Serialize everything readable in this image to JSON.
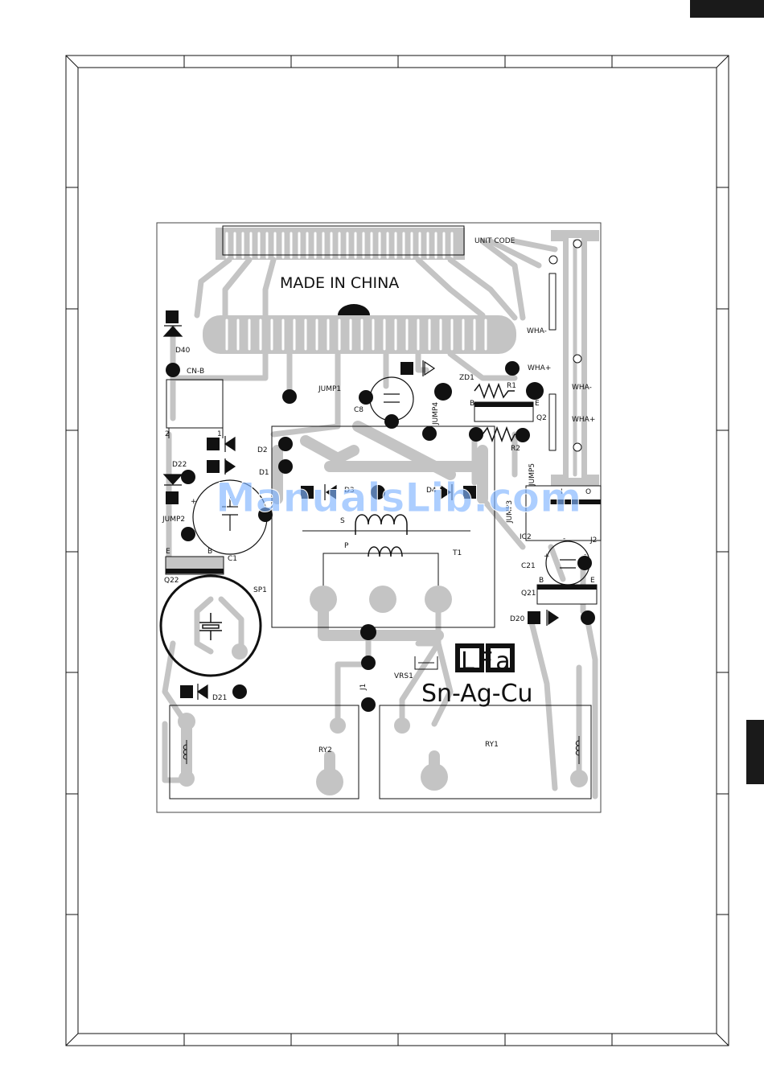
{
  "board": {
    "title_marking": "MADE IN CHINA",
    "unit_code": "UNIT CODE",
    "lead_free_logo": "LFa",
    "alloy": "Sn-Ag-Cu",
    "watermark": "ManualsLib.com"
  },
  "labels": {
    "d40": "D40",
    "cnb": "CN-B",
    "cnb_pin1": "1",
    "cnb_pin2": "2",
    "d22": "D22",
    "jump2": "JUMP2",
    "d2": "D2",
    "d1": "D1",
    "jump1": "JUMP1",
    "c8": "C8",
    "jump4": "JUMP4",
    "zd1": "ZD1",
    "r1": "R1",
    "r2": "R2",
    "q2": "Q2",
    "q2_b": "B",
    "q2_e": "E",
    "wha_minus": "WHA-",
    "wha_plus": "WHA+",
    "jump5": "JUMP5",
    "d3": "D3",
    "d4": "D4",
    "jump3": "JUMP3",
    "s": "S",
    "p": "P",
    "t1": "T1",
    "c1": "C1",
    "q22": "Q22",
    "q22_e": "E",
    "q22_b": "B",
    "sp1": "SP1",
    "ic2": "IC2",
    "ic2_i": "I",
    "ic2_o": "O",
    "j2": "J2",
    "c21": "C21",
    "q21": "Q21",
    "q21_b": "B",
    "q21_e": "E",
    "d20": "D20",
    "vrs1": "VRS1",
    "j1": "J1",
    "d21": "D21",
    "ry2": "RY2",
    "ry1": "RY1",
    "plus": "+",
    "minus": "-"
  },
  "colors": {
    "trace": "#c4c4c4",
    "ink": "#111111",
    "pad": "#111111",
    "watermark": "#7fb4ff",
    "tab": "#1a1a1a"
  },
  "icons": {
    "diode": "diode-symbol",
    "resistor": "zigzag-resistor-symbol",
    "capacitor": "electrolytic-capacitor-symbol",
    "transformer": "coil-winding-symbol",
    "buzzer": "piezo-buzzer-symbol"
  }
}
